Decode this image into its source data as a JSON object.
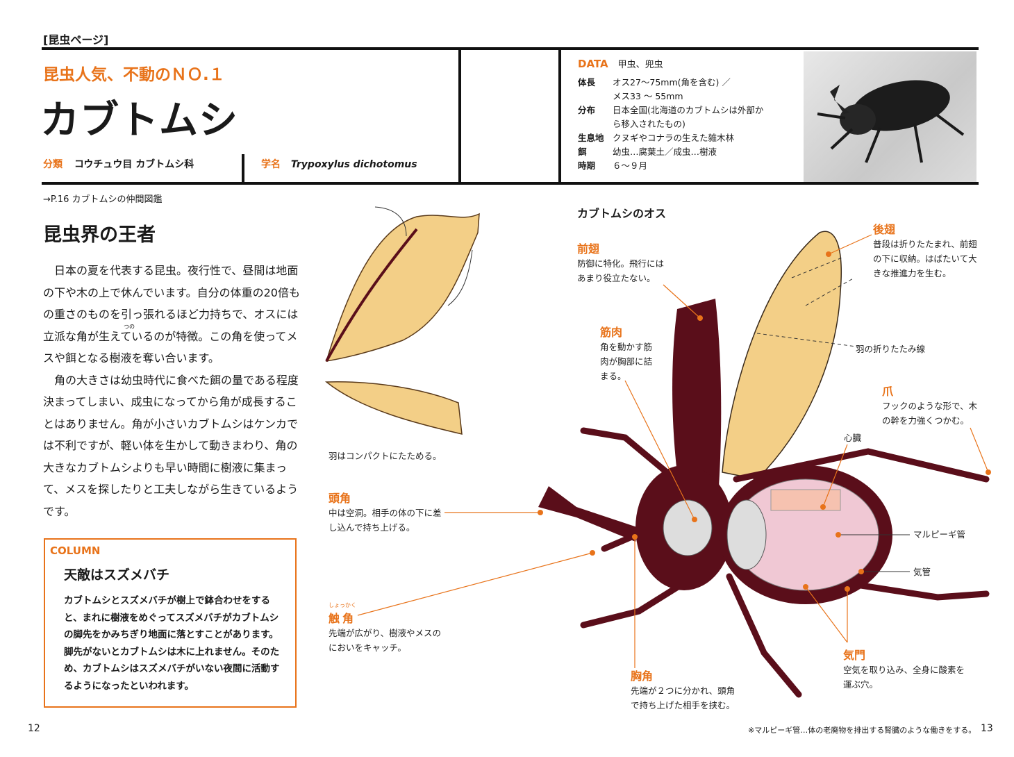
{
  "header": {
    "section_tag": "[昆虫ページ]",
    "catch": "昆虫人気、不動のＮＯ.１",
    "title": "カブトムシ",
    "classification_label": "分類",
    "classification": "コウチュウ目 カブトムシ科",
    "scientific_label": "学名",
    "scientific_name": "Trypoxylus dichotomus"
  },
  "data": {
    "label": "DATA",
    "kanji": "甲虫、兜虫",
    "rows": [
      {
        "key": "体長",
        "lines": [
          "オス27～75mm(角を含む) ／",
          "メス33 ～ 55mm"
        ]
      },
      {
        "key": "分布",
        "lines": [
          "日本全国(北海道のカブトムシは外部か",
          "ら移入されたもの)"
        ]
      },
      {
        "key": "生息地",
        "lines": [
          "クヌギやコナラの生えた雑木林"
        ]
      },
      {
        "key": "餌",
        "lines": [
          "幼虫…腐葉土／成虫…樹液"
        ]
      },
      {
        "key": "時期",
        "lines": [
          "６～９月"
        ]
      }
    ]
  },
  "cross_ref": "→P.16 カブトムシの仲間図鑑",
  "main": {
    "heading": "昆虫界の王者",
    "paragraphs": [
      "日本の夏を代表する昆虫。夜行性で、昼間は地面の下や木の上で休んでいます。自分の体重の20倍もの重さのものを引っ張れるほど力持ちで、オスには立派な角が生えているのが特徴。この角を使ってメスや餌となる樹液を奪い合います。",
      "角の大きさは幼虫時代に食べた餌の量である程度決まってしまい、成虫になってから角が成長することはありません。角が小さいカブトムシはケンカでは不利ですが、軽い体を生かして動きまわり、角の大きなカブトムシよりも早い時間に樹液に集まって、メスを探したりと工夫しながら生きているようです。"
    ],
    "ruby": "つの"
  },
  "column": {
    "label": "COLUMN",
    "title": "天敵はスズメバチ",
    "text": "カブトムシとスズメバチが樹上で鉢合わせをすると、まれに樹液をめぐってスズメバチがカブトムシの脚先をかみちぎり地面に落とすことがあります。脚先がないとカブトムシは木に上れません。そのため、カブトムシはスズメバチがいない夜間に活動するようになったといわれます。"
  },
  "diagram": {
    "title": "カブトムシのオス",
    "wing_caption": "羽はコンパクトにたためる。",
    "labels": {
      "forewing": {
        "title": "前翅",
        "text": "防御に特化。飛行にはあまり役立たない。"
      },
      "hindwing": {
        "title": "後翅",
        "text": "普段は折りたたまれ、前翅の下に収納。はばたいて大きな推進力を生む。"
      },
      "muscle": {
        "title": "筋肉",
        "text": "角を動かす筋肉が胸部に詰まる。"
      },
      "claw": {
        "title": "爪",
        "text": "フックのような形で、木の幹を力強くつかむ。"
      },
      "head_horn": {
        "title": "頭角",
        "text": "中は空洞。相手の体の下に差し込んで持ち上げる。"
      },
      "antenna": {
        "title": "触角",
        "ruby": "しょっかく",
        "text": "先端が広がり、樹液やメスのにおいをキャッチ。"
      },
      "thorax_horn": {
        "title": "胸角",
        "text": "先端が２つに分かれ、頭角で持ち上げた相手を挟む。"
      },
      "spiracle": {
        "title": "気門",
        "text": "空気を取り込み、全身に酸素を運ぶ穴。"
      },
      "fold_line": "羽の折りたたみ線",
      "heart": "心臓",
      "malpighian": "マルピーギ管",
      "trachea": "気管"
    }
  },
  "footer": {
    "page_left": "12",
    "page_right": "13",
    "footnote": "※マルピーギ管…体の老廃物を排出する腎臓のような働きをする。"
  },
  "colors": {
    "accent": "#e8731a",
    "body": "#5a0e1a",
    "wing": "#f3cf87"
  }
}
